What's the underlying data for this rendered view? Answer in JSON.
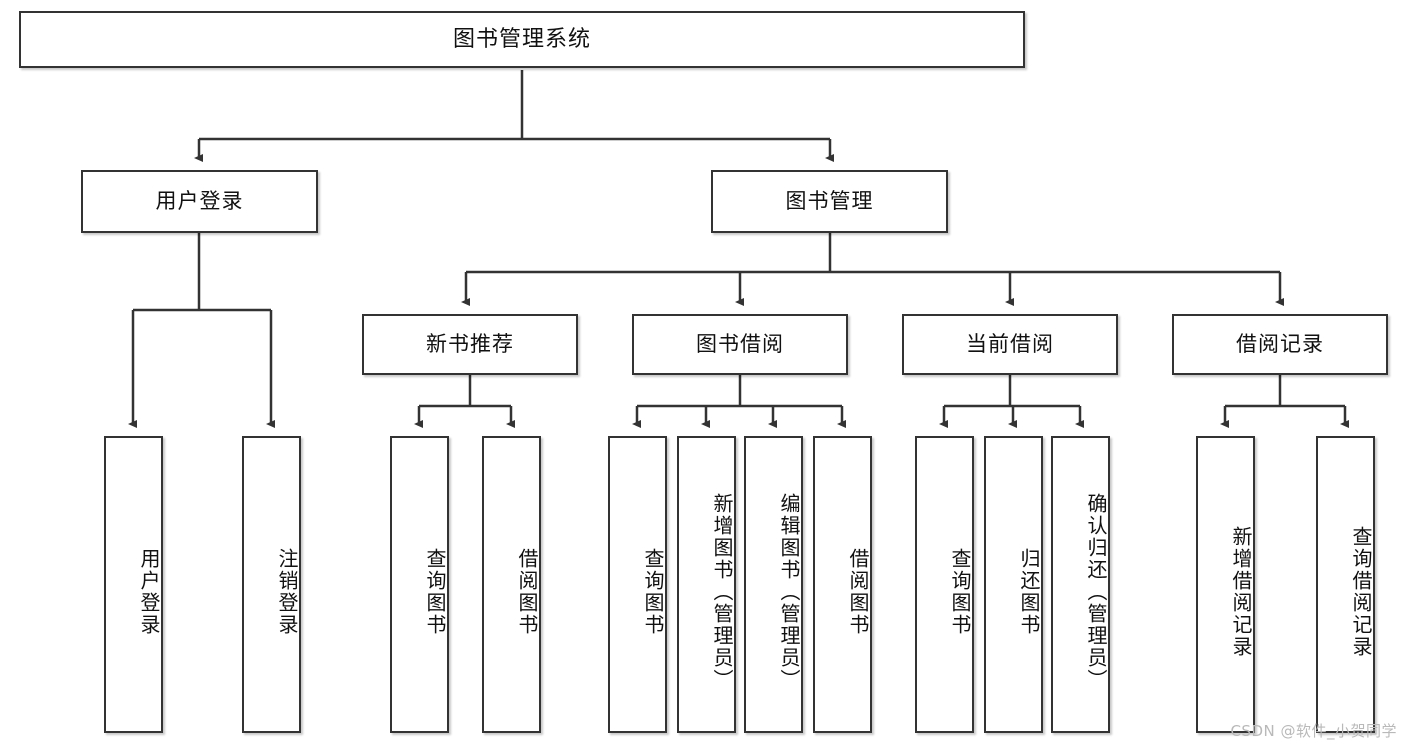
{
  "diagram": {
    "title": "图书管理系统",
    "watermark": "CSDN @软件_小贺同学",
    "root": {
      "label": "图书管理系统"
    },
    "level1": [
      {
        "label": "用户登录"
      },
      {
        "label": "图书管理"
      }
    ],
    "level2": [
      {
        "label": "新书推荐"
      },
      {
        "label": "图书借阅"
      },
      {
        "label": "当前借阅"
      },
      {
        "label": "借阅记录"
      }
    ],
    "leaves": {
      "user_login": [
        {
          "label": "用户登录"
        },
        {
          "label": "注销登录"
        }
      ],
      "new_book_recommend": [
        {
          "label": "查询图书"
        },
        {
          "label": "借阅图书"
        }
      ],
      "book_borrow": [
        {
          "label": "查询图书"
        },
        {
          "label": "新增图书（管理员）"
        },
        {
          "label": "编辑图书（管理员）"
        },
        {
          "label": "借阅图书"
        }
      ],
      "current_borrow": [
        {
          "label": "查询图书"
        },
        {
          "label": "归还图书"
        },
        {
          "label": "确认归还（管理员）"
        }
      ],
      "borrow_record": [
        {
          "label": "新增借阅记录"
        },
        {
          "label": "查询借阅记录"
        }
      ]
    }
  },
  "colors": {
    "stroke": "#333333",
    "background": "#ffffff",
    "text": "#111111",
    "watermark": "#b9b9b9"
  }
}
